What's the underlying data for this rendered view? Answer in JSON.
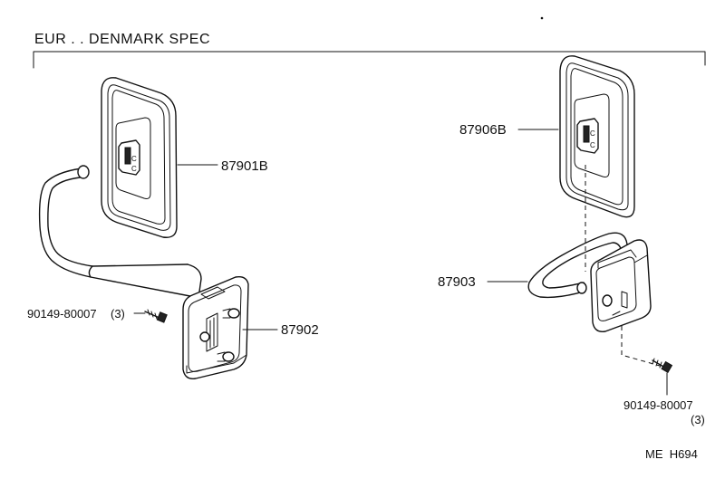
{
  "diagram": {
    "header": "EUR . . DENMARK SPEC",
    "code": "ME  H694",
    "parts": {
      "left_mirror": "87901B",
      "left_bracket": "87902",
      "left_bolt_no": "90149-80007",
      "left_bolt_qty": "(3)",
      "right_mirror": "87906B",
      "right_stay": "87903",
      "right_bolt_no": "90149-80007",
      "right_bolt_qty": "(3)"
    }
  }
}
